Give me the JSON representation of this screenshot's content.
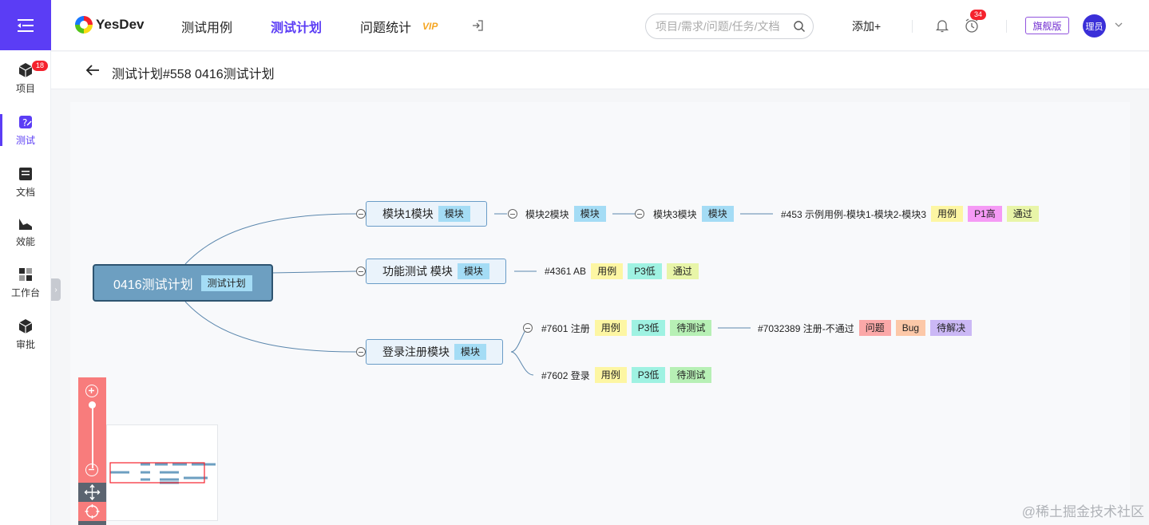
{
  "sidebar": {
    "items": [
      {
        "label": "项目",
        "badge": "18"
      },
      {
        "label": "测试"
      },
      {
        "label": "文档"
      },
      {
        "label": "效能"
      },
      {
        "label": "工作台"
      },
      {
        "label": "审批"
      }
    ]
  },
  "header": {
    "logo": "YesDev",
    "nav": [
      "测试用例",
      "测试计划",
      "问题统计"
    ],
    "vip": "VIP",
    "search_placeholder": "项目/需求/问题/任务/文档",
    "add_label": "添加+",
    "clock_badge": "34",
    "edition": "旗舰版",
    "avatar": "理员"
  },
  "subheader": {
    "title": "测试计划#558 0416测试计划"
  },
  "mindmap": {
    "root": {
      "text": "0416测试计划",
      "tag": "测试计划"
    },
    "module1": {
      "text": "模块1模块",
      "tag": "模块"
    },
    "module2": {
      "text": "模块2模块",
      "tag": "模块"
    },
    "module3": {
      "text": "模块3模块",
      "tag": "模块"
    },
    "case453": {
      "text": "#453 示例用例-模块1-模块2-模块3",
      "tags": [
        "用例",
        "P1高",
        "通过"
      ]
    },
    "func": {
      "text": "功能测试 模块",
      "tag": "模块"
    },
    "case4361": {
      "text": "#4361 AB",
      "tags": [
        "用例",
        "P3低",
        "通过"
      ]
    },
    "login": {
      "text": "登录注册模块",
      "tag": "模块"
    },
    "case7601": {
      "text": "#7601 注册",
      "tags": [
        "用例",
        "P3低",
        "待测试"
      ]
    },
    "issue7032389": {
      "text": "#7032389 注册-不通过",
      "tags": [
        "问题",
        "Bug",
        "待解决"
      ]
    },
    "case7602": {
      "text": "#7602 登录",
      "tags": [
        "用例",
        "P3低",
        "待测试"
      ]
    }
  },
  "footer_watermark": "@稀土掘金技术社区",
  "colors": {
    "accent": "#5b3df5",
    "root_fill": "#6d9fc1",
    "zoom_panel": "#f87c7c"
  }
}
